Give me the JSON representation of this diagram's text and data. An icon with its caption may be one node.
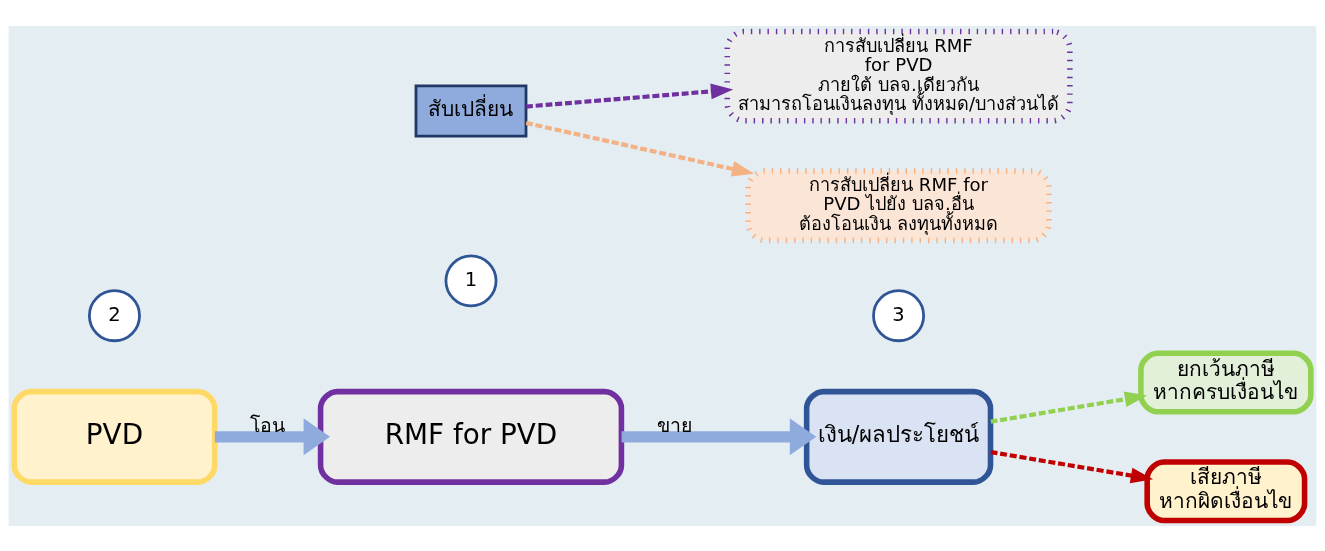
{
  "diagram": {
    "nodes": [
      {
        "text": [
          "PVD"
        ]
      },
      {
        "text": [
          "1"
        ]
      },
      {
        "text": [
          "RMF for PVD"
        ]
      },
      {
        "text": [
          "3"
        ]
      },
      {
        "text": [
          "เงิน/ผลประโยชน์"
        ]
      },
      {
        "text": [
          "ยกเว้นภาษี หากครบเงื่อนไข"
        ]
      },
      {
        "text": [
          "สับเปลี่ยน"
        ]
      },
      {
        "text": [
          "2"
        ]
      },
      {
        "text": [
          "เสียภาษี หากผิดเงื่อนไข"
        ]
      },
      {
        "text": [
          "การสับเปลี่ยน RMF for PVD ภายใต้ บลจ.เดียวกัน สามารถโอนเงินลงทุน ทั้งหมด/บางส่วนได้"
        ]
      },
      {
        "text": [
          "การสับเปลี่ยน RMF for PVD ไปยัง บลจ.อื่น ต้องโอนเงิน ลงทุนทั้งหมด"
        ]
      }
    ],
    "edges": [
      {
        "from": 0,
        "to": 2,
        "arrow": "to",
        "label": "โอน",
        "style": "thick",
        "color": "#8faadc"
      },
      {
        "from": 2,
        "to": 4,
        "arrow": "to",
        "label": "ขาย",
        "style": "thick",
        "color": "#8faadc"
      },
      {
        "from": 4,
        "to": 5,
        "arrow": "to",
        "style": "dashed",
        "color": "#92d050"
      },
      {
        "from": 4,
        "to": 8,
        "arrow": "to",
        "style": "dashed",
        "color": "#c00000"
      },
      {
        "from": 6,
        "to": 9,
        "arrow": "to",
        "style": "dashed",
        "color": "#7030a0"
      },
      {
        "from": 6,
        "to": 10,
        "arrow": "to",
        "style": "dashed",
        "color": "#f4b183"
      }
    ]
  }
}
